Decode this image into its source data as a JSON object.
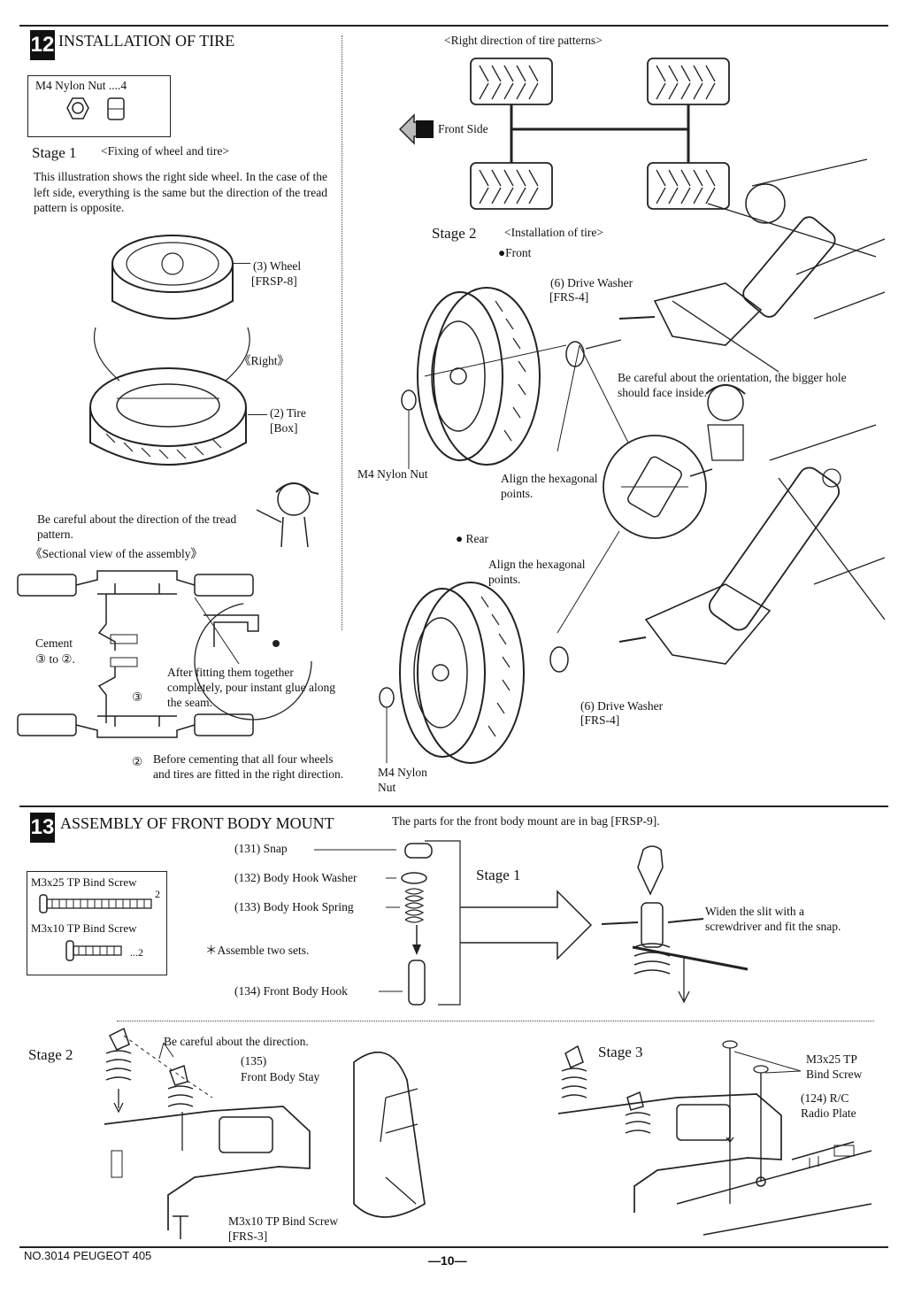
{
  "section12": {
    "number": "12",
    "title": "INSTALLATION OF TIRE",
    "parts_box": {
      "label": "M4 Nylon Nut ....4"
    },
    "stage1": {
      "label": "Stage 1",
      "subtitle": "<Fixing of wheel and tire>",
      "description": "This illustration shows the right side wheel. In the case of the left side, everything is the same but the direction of the tread pattern is opposite.",
      "wheel_label": "(3) Wheel",
      "wheel_code": "[FRSP-8]",
      "right_label": "《Right》",
      "tire_label": "(2) Tire",
      "tire_code": "[Box]",
      "tread_note": "Be careful about the direction of the tread pattern.",
      "sectional_label": "《Sectional view of the assembly》",
      "cement_label": "Cement",
      "cement_note": "③ to ②.",
      "glue_note": "After fitting them together completely, pour instant glue along the seam.",
      "circle3": "③",
      "circle2": "②",
      "before_note": "Before cementing that all four wheels and tires are fitted in the right direction."
    },
    "tire_direction": {
      "title": "<Right direction of tire patterns>",
      "front_side": "Front Side"
    },
    "stage2": {
      "label": "Stage 2",
      "subtitle": "<Installation of tire>",
      "front_label": "●Front",
      "drive_washer_front": "(6) Drive Washer",
      "drive_washer_front_code": "[FRS-4]",
      "orientation_note": "Be careful about the orientation, the bigger hole should face inside.",
      "nylon_nut_front": "M4 Nylon Nut",
      "align_front": "Align the hexagonal points.",
      "rear_label": "● Rear",
      "align_rear": "Align the hexagonal points.",
      "drive_washer_rear": "(6) Drive Washer",
      "drive_washer_rear_code": "[FRS-4]",
      "nylon_nut_rear_1": "M4 Nylon",
      "nylon_nut_rear_2": "Nut"
    }
  },
  "section13": {
    "number": "13",
    "title": "ASSEMBLY OF FRONT BODY MOUNT",
    "bag_note": "The parts for the front body mount are in bag [FRSP-9].",
    "parts_box": {
      "screw1": "M3x25 TP Bind Screw",
      "screw1_qty": "2",
      "screw2": "M3x10 TP Bind Screw",
      "screw2_qty": "...2"
    },
    "parts": [
      "(131) Snap",
      "(132) Body Hook Washer",
      "(133) Body Hook Spring",
      "(134) Front Body Hook"
    ],
    "assemble_note": "＊Assemble two sets.",
    "stage1": {
      "label": "Stage 1",
      "note": "Widen the slit with a screwdriver and fit the snap."
    },
    "stage2": {
      "label": "Stage 2",
      "direction_note": "Be careful about the direction.",
      "stay_num": "(135)",
      "stay_label": "Front Body Stay",
      "screw_label": "M3x10 TP Bind Screw",
      "screw_code": "[FRS-3]"
    },
    "stage3": {
      "label": "Stage 3",
      "screw_label_1": "M3x25 TP",
      "screw_label_2": "Bind Screw",
      "plate_label_1": "(124) R/C",
      "plate_label_2": "Radio Plate"
    }
  },
  "footer": {
    "model": "NO.3014 PEUGEOT 405",
    "page": "—10—"
  }
}
